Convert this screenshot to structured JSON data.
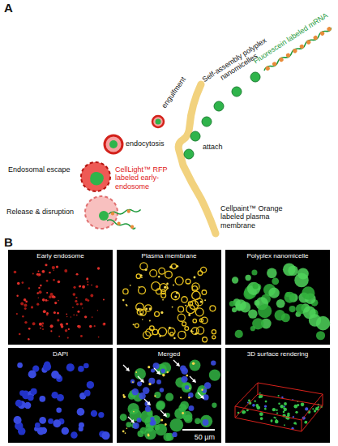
{
  "diagram": {
    "nodes": [
      {
        "text": [
          "Early endosome"
        ]
      },
      {
        "text": [
          "Plasma membrane"
        ]
      },
      {
        "text": [
          "Polyplex nanomicelle"
        ]
      },
      {
        "text": [
          "DAPI"
        ]
      },
      {
        "text": [
          "Merged",
          "50 µm"
        ]
      },
      {
        "text": [
          "3D surface rendering"
        ]
      }
    ],
    "labels": [
      "A",
      "Fluorescein labeled mRNA",
      "Self-assembly polyplex nanomicelles",
      "engulfment",
      "attach",
      "endocytosis",
      "Endosomal escape",
      "CellLight™ RFP labeled early-endosome",
      "Cellpaint™ Orange labeled plasma membrane",
      "Release & disruption",
      "B"
    ]
  }
}
